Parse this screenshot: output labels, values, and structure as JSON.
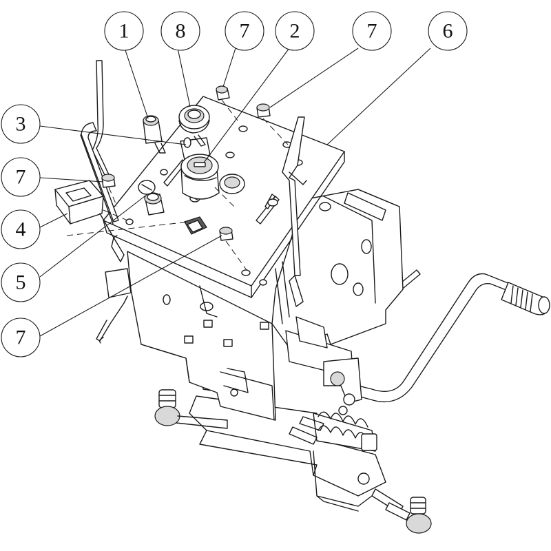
{
  "callouts": [
    {
      "label": "1"
    },
    {
      "label": "8"
    },
    {
      "label": "7"
    },
    {
      "label": "2"
    },
    {
      "label": "7"
    },
    {
      "label": "6"
    },
    {
      "label": "3"
    },
    {
      "label": "7"
    },
    {
      "label": "4"
    },
    {
      "label": "5"
    },
    {
      "label": "7"
    }
  ]
}
